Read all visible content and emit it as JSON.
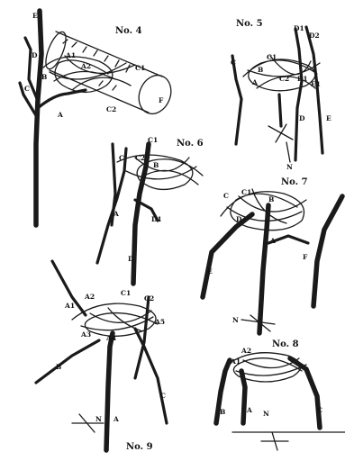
{
  "figures": {
    "no4": {
      "title": "No. 4",
      "labels": [
        "E",
        "D",
        "C",
        "B",
        "A",
        "A1",
        "A2",
        "C1",
        "C2",
        "F"
      ]
    },
    "no5": {
      "title": "No. 5",
      "labels": [
        "D1",
        "D2",
        "C",
        "C1",
        "B",
        "A",
        "C2",
        "B1",
        "E1",
        "D",
        "E"
      ],
      "compass": "N"
    },
    "no6": {
      "title": "No. 6",
      "labels": [
        "C1",
        "C",
        "C2",
        "B",
        "A",
        "D",
        "D1"
      ]
    },
    "no7": {
      "title": "No. 7",
      "labels": [
        "C",
        "C1",
        "B",
        "D",
        "A",
        "F",
        "E"
      ],
      "compass": "N"
    },
    "no8": {
      "title": "No. 8",
      "labels": [
        "A1",
        "A2",
        "B",
        "A",
        "N",
        "C"
      ]
    },
    "no9": {
      "title": "No. 9",
      "labels": [
        "A1",
        "A2",
        "C1",
        "C2",
        "A3",
        "A4",
        "A5",
        "B",
        "C",
        "N",
        "A"
      ]
    }
  }
}
